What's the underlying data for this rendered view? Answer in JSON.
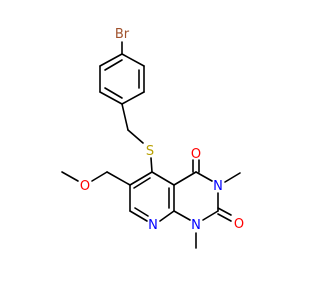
{
  "molecule": {
    "atoms": {
      "br": {
        "text": "Br",
        "color": "#a0522d"
      },
      "s": {
        "text": "S",
        "color": "#b8a000"
      },
      "o_ether": {
        "text": "O",
        "color": "#ff0000"
      },
      "o4": {
        "text": "O",
        "color": "#ff0000"
      },
      "o2": {
        "text": "O",
        "color": "#ff0000"
      },
      "n3": {
        "text": "N",
        "color": "#0000ff"
      },
      "n1": {
        "text": "N",
        "color": "#0000ff"
      },
      "n8": {
        "text": "N",
        "color": "#0000ff"
      }
    }
  }
}
